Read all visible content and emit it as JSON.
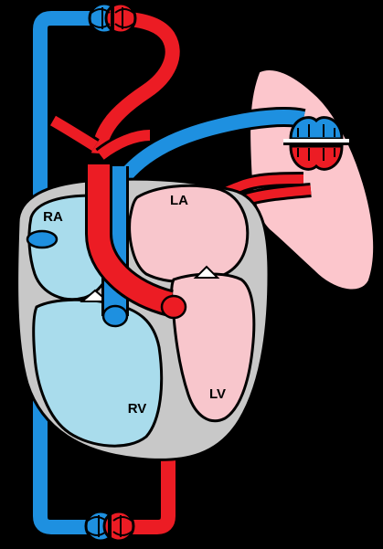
{
  "labels": {
    "ra": "RA",
    "la": "LA",
    "rv": "RV",
    "lv": "LV"
  },
  "colors": {
    "background": "#000000",
    "deoxygenated": "#1e90e0",
    "oxygenated": "#ec1c24",
    "right_heart": "#a9dcec",
    "left_heart": "#f8c6cc",
    "lung": "#fcc6cc",
    "myocardium": "#c8c8c8"
  }
}
